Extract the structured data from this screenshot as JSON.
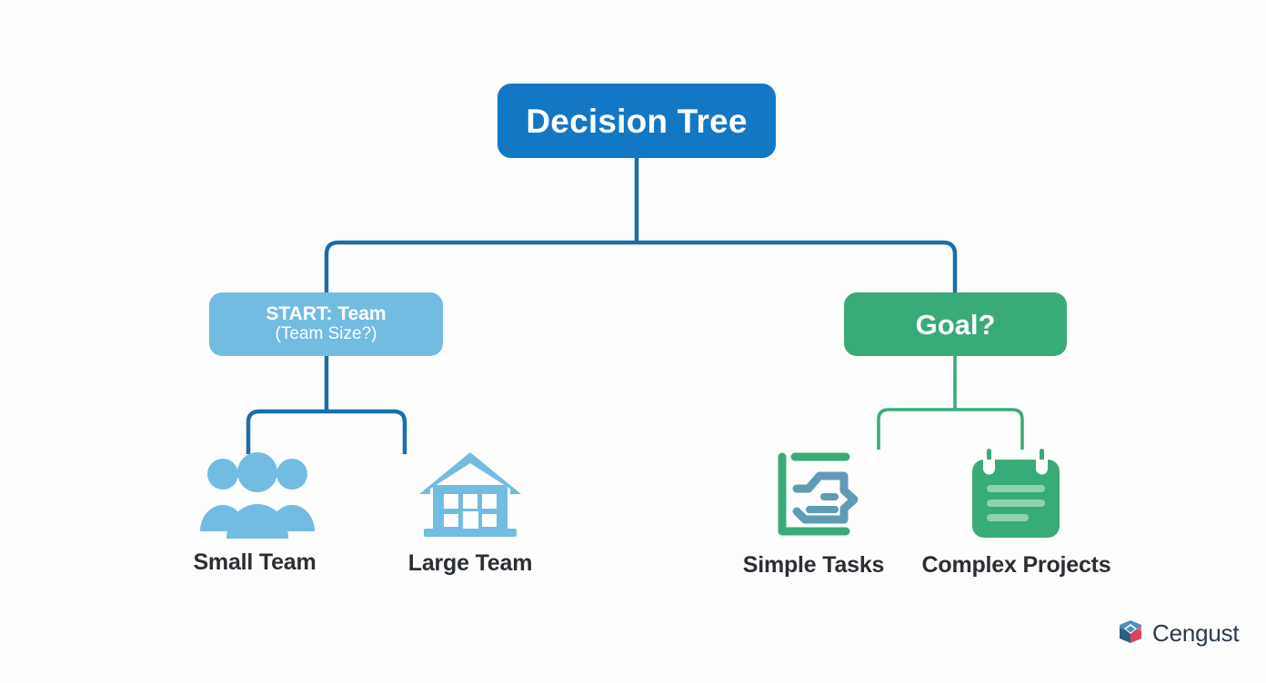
{
  "diagram": {
    "background_color": "#fdfdfd",
    "root": {
      "label": "Decision Tree",
      "color": "#1278c6"
    },
    "branches": [
      {
        "id": "team",
        "label_bold": "START: Team",
        "label_sub": "(Team Size?)",
        "color": "#72bce2",
        "connector_color": "#1b6ea8",
        "children": [
          {
            "label": "Small Team",
            "icon": "people-group-icon",
            "icon_color": "#72bce2"
          },
          {
            "label": "Large Team",
            "icon": "building-house-icon",
            "icon_color": "#72bce2"
          }
        ]
      },
      {
        "id": "goal",
        "label_bold": "Goal?",
        "label_sub": "",
        "color": "#39ab78",
        "connector_color": "#3aab78",
        "children": [
          {
            "label": "Simple Tasks",
            "icon": "task-document-icon",
            "icon_color": "#3aab78"
          },
          {
            "label": "Complex Projects",
            "icon": "calendar-notepad-icon",
            "icon_color": "#39ab78"
          }
        ]
      }
    ]
  },
  "watermark": {
    "brand": "Cengust",
    "logo_icon": "cengust-logo-icon",
    "text_color": "#2b3a4a"
  }
}
